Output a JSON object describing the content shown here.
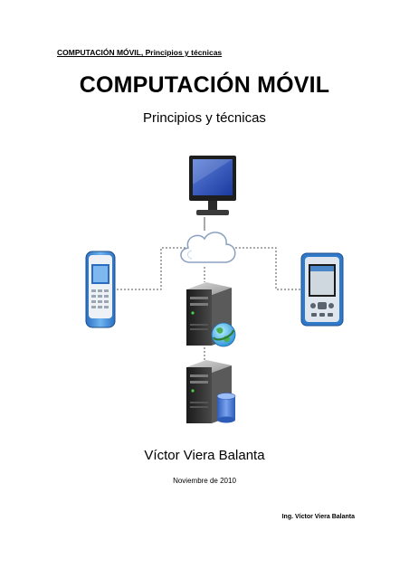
{
  "header": {
    "running_title": "COMPUTACIÓN MÓVIL, Principios y técnicas"
  },
  "cover": {
    "title": "COMPUTACIÓN MÓVIL",
    "subtitle": "Principios y técnicas",
    "author": "Víctor Viera Balanta",
    "date": "Noviembre de 2010"
  },
  "footer": {
    "author_credit": "Ing. Víctor Viera Balanta"
  },
  "illustration": {
    "icons": [
      "desktop-monitor-icon",
      "cloud-icon",
      "mobile-phone-icon",
      "pda-icon",
      "web-server-icon",
      "database-server-icon"
    ],
    "colors": {
      "phone_blue": "#3b8fd8",
      "pda_blue": "#2f79c8",
      "server_dark": "#2b2b2b",
      "globe_green": "#4caf50",
      "database_blue": "#4f7fd3"
    }
  }
}
